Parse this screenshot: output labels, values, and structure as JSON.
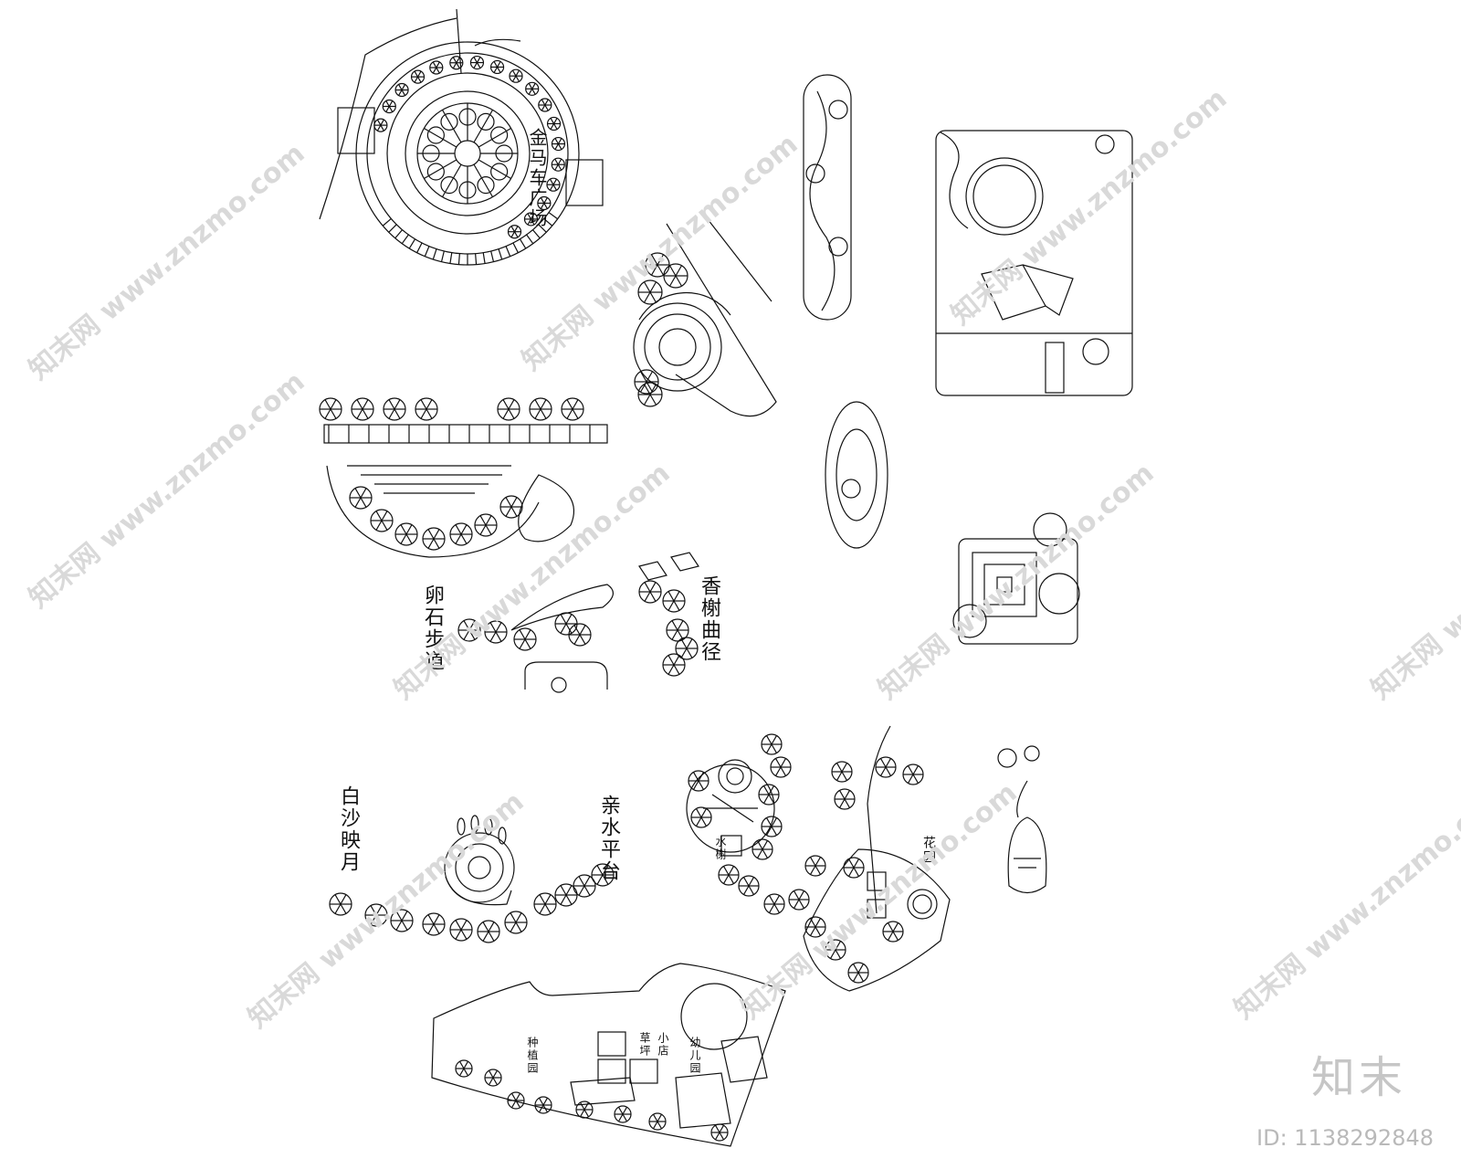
{
  "labels": {
    "plaza_name": "金马车广场",
    "pebble_path": "卵石步道",
    "fragrant_path": "香榭曲径",
    "white_sand": "白沙映月",
    "water_platform": "亲水平台",
    "garden_label": "花园",
    "pavilion_label": "水榭",
    "kindergarten": "幼儿园",
    "plant_garden": "种植园",
    "lawn_label": "草坪",
    "shop_label": "小店"
  },
  "watermark": {
    "text": "知末网 www.znzmo.com"
  },
  "brand": {
    "logo": "知末",
    "id_text": "ID: 1138292848"
  },
  "colors": {
    "line": "#111111",
    "watermark": "#d9d9d9",
    "background": "#ffffff"
  }
}
